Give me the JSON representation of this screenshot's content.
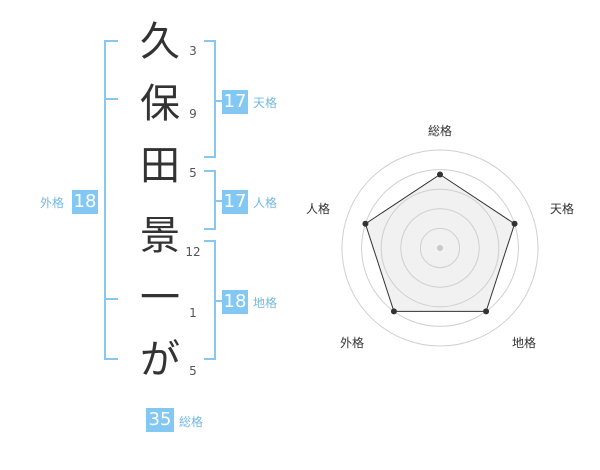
{
  "name": {
    "chars": [
      "久",
      "保",
      "田",
      "景",
      "一",
      "が"
    ],
    "strokes": [
      "3",
      "9",
      "5",
      "12",
      "1",
      "5"
    ]
  },
  "scores": {
    "tenkaku": {
      "value": "17",
      "label": "天格"
    },
    "jinkaku": {
      "value": "17",
      "label": "人格"
    },
    "chikaku": {
      "value": "18",
      "label": "地格"
    },
    "gaikaku": {
      "value": "18",
      "label": "外格"
    },
    "soukaku": {
      "value": "35",
      "label": "総格"
    }
  },
  "chart_data": {
    "type": "radar",
    "axes": [
      "総格",
      "天格",
      "地格",
      "外格",
      "人格"
    ],
    "rings": 5,
    "values": [
      0.75,
      0.8,
      0.8,
      0.8,
      0.8
    ],
    "colors": {
      "fill": "#efefef",
      "stroke": "#333333",
      "ring": "#d0d0d0",
      "center_dot": "#c8c8c8"
    }
  },
  "colors": {
    "accent": "#82c8f2",
    "bracket": "#89c7ee",
    "label": "#74b8e4"
  }
}
